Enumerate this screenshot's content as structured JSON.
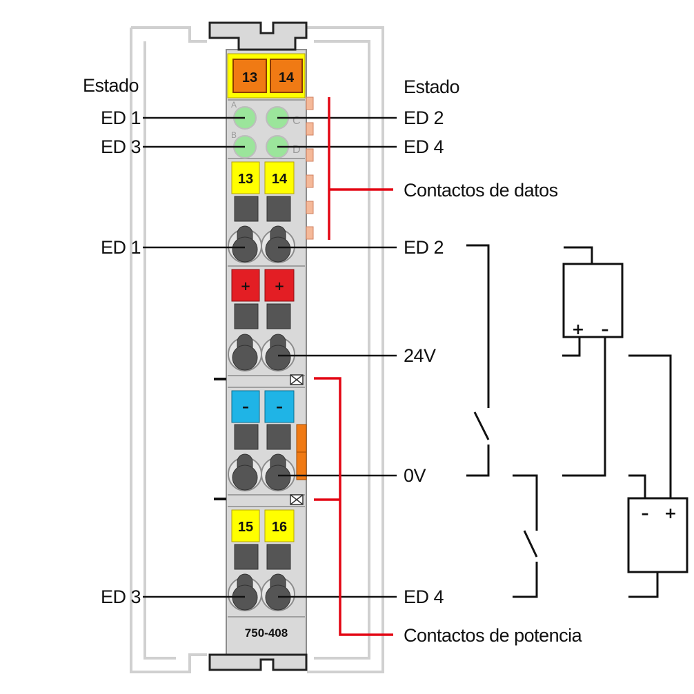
{
  "colors": {
    "housing": "#d9d9d9",
    "housing_edge": "#8c8c8c",
    "yellow": "#ffff00",
    "orange": "#f07a14",
    "led_green": "#9be59b",
    "red_plus": "#e31e24",
    "blue_minus": "#1fb4e6",
    "dark_gray": "#555555",
    "red_line": "#e30613"
  },
  "labels": {
    "estado_left": "Estado",
    "estado_right": "Estado",
    "led_ed1": "ED 1",
    "led_ed2": "ED 2",
    "led_ed3": "ED 3",
    "led_ed4": "ED 4",
    "term_ed1": "ED 1",
    "term_ed2": "ED 2",
    "v24": "24V",
    "v0": "0V",
    "term_ed3": "ED 3",
    "term_ed4": "ED 4",
    "data_contacts": "Contactos de datos",
    "power_contacts": "Contactos de potencia"
  },
  "module": {
    "model": "750-408",
    "top_markers": [
      "13",
      "14"
    ],
    "row1_markers": [
      "13",
      "14"
    ],
    "plus_markers": [
      "+",
      "+"
    ],
    "minus_markers": [
      "–",
      "–"
    ],
    "row4_markers": [
      "15",
      "16"
    ],
    "led_letters": [
      "A",
      "C",
      "B",
      "D"
    ]
  },
  "supply": {
    "top_symbols": [
      "+",
      "–"
    ],
    "bottom_symbols": [
      "–",
      "+"
    ]
  }
}
